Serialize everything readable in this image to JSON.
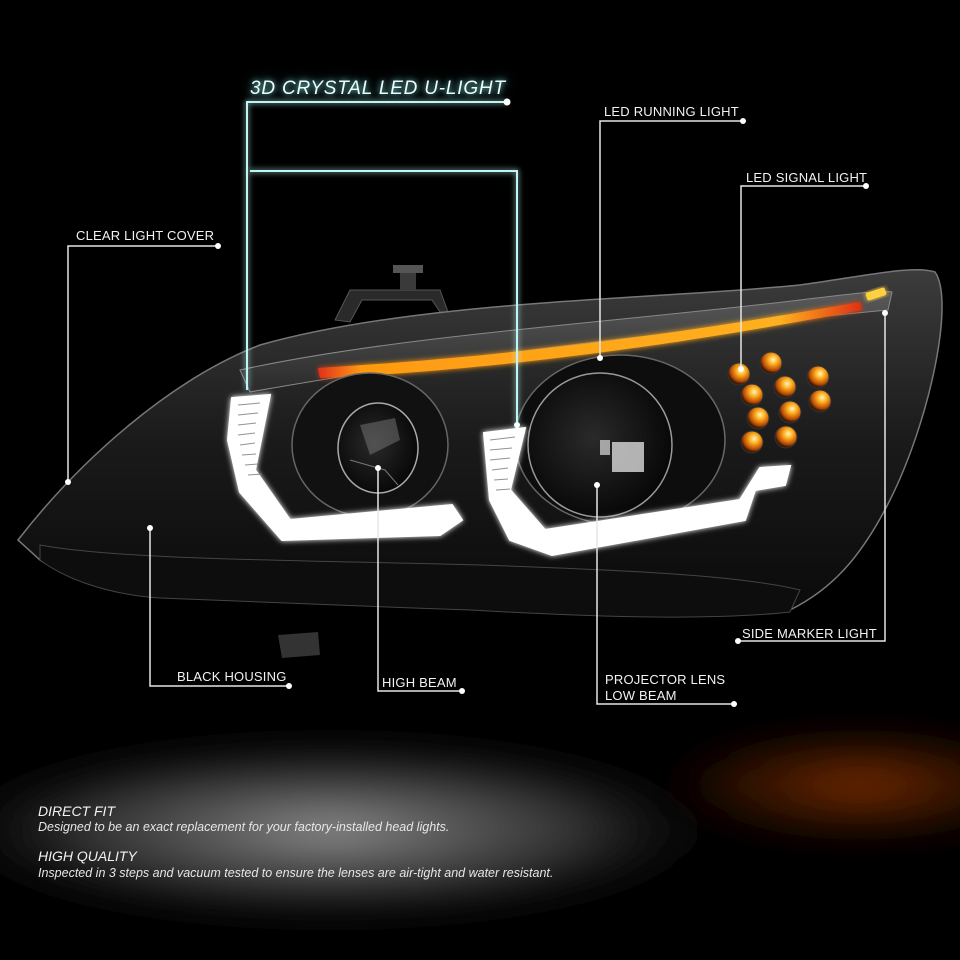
{
  "title": {
    "label": "3D CRYSTAL LED U-LIGHT",
    "glow_color": "#9ff0f0"
  },
  "callouts": {
    "clear_light_cover": "CLEAR LIGHT COVER",
    "led_running_light": "LED RUNNING LIGHT",
    "led_signal_light": "LED SIGNAL LIGHT",
    "black_housing": "BLACK HOUSING",
    "high_beam": "HIGH BEAM",
    "projector_lens_line1": "PROJECTOR LENS",
    "projector_lens_line2": "LOW BEAM",
    "side_marker_light": "SIDE MARKER LIGHT"
  },
  "features": [
    {
      "heading": "DIRECT FIT",
      "body": "Designed to be an exact replacement for your factory-installed head lights."
    },
    {
      "heading": "HIGH QUALITY",
      "body": "Inspected in 3 steps and vacuum tested to ensure the lenses are air-tight and water resistant."
    }
  ],
  "colors": {
    "background": "#000000",
    "amber": "#ffa51a",
    "drl_white": "#ffffff",
    "callout_line": "#e6e6e6"
  }
}
